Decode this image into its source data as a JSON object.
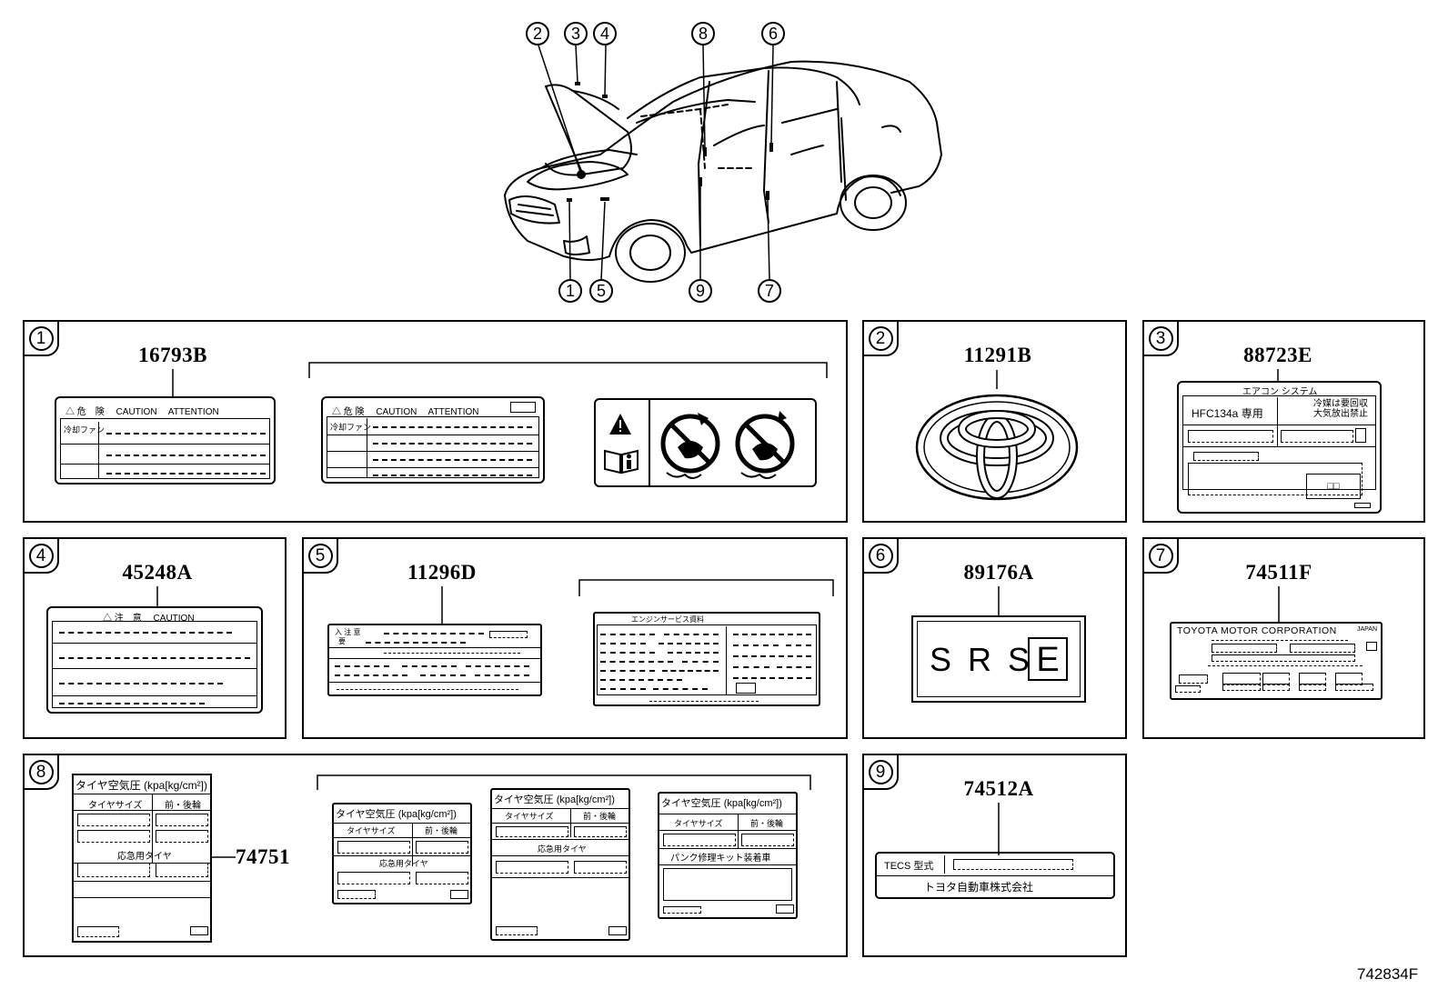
{
  "car_callouts": [
    "2",
    "3",
    "4",
    "8",
    "6",
    "1",
    "5",
    "9",
    "7"
  ],
  "panels": {
    "p1": {
      "num": "1",
      "code": "16793B"
    },
    "p2": {
      "num": "2",
      "code": "11291B"
    },
    "p3": {
      "num": "3",
      "code": "88723E"
    },
    "p4": {
      "num": "4",
      "code": "45248A"
    },
    "p5": {
      "num": "5",
      "code": "11296D"
    },
    "p6": {
      "num": "6",
      "code": "89176A"
    },
    "p7": {
      "num": "7",
      "code": "74511F"
    },
    "p8": {
      "num": "8",
      "code": "74751"
    },
    "p9": {
      "num": "9",
      "code": "74512A"
    }
  },
  "labels": {
    "caution_header_a": "△ 危　険　 CAUTION　 ATTENTION",
    "caution_header_b": "△ 危 険　 CAUTION　 ATTENTION",
    "coolant_fan_a": "冷却ファン",
    "coolant_fan_b": "冷却ファン",
    "aircon_title": "エアコン システム",
    "aircon_refrigerant": "HFC134a 専用",
    "aircon_recover": "冷媒は要回収\n大気放出禁止",
    "caution_45248": "△ 注　意　 CAUTION",
    "label_11296_left_a": "入 注 意",
    "label_11296_left_b": "要",
    "engine_service": "エンジンサービス資料",
    "srs_text": "S R S",
    "srs_letter": "E",
    "tmc": "TOYOTA MOTOR CORPORATION",
    "japan": "JAPAN",
    "tire_title_1": "タイヤ空気圧 (kpa[kg/cm²])",
    "tire_size": "タイヤサイズ",
    "front_rear": "前・後輪",
    "spare_tire": "応急用タイヤ",
    "puncture_kit": "パンク修理キット装着車",
    "tecs_type": "TECS 型式",
    "toyota_jp": "トヨタ自動車株式会社"
  },
  "figure_id": "742834F"
}
